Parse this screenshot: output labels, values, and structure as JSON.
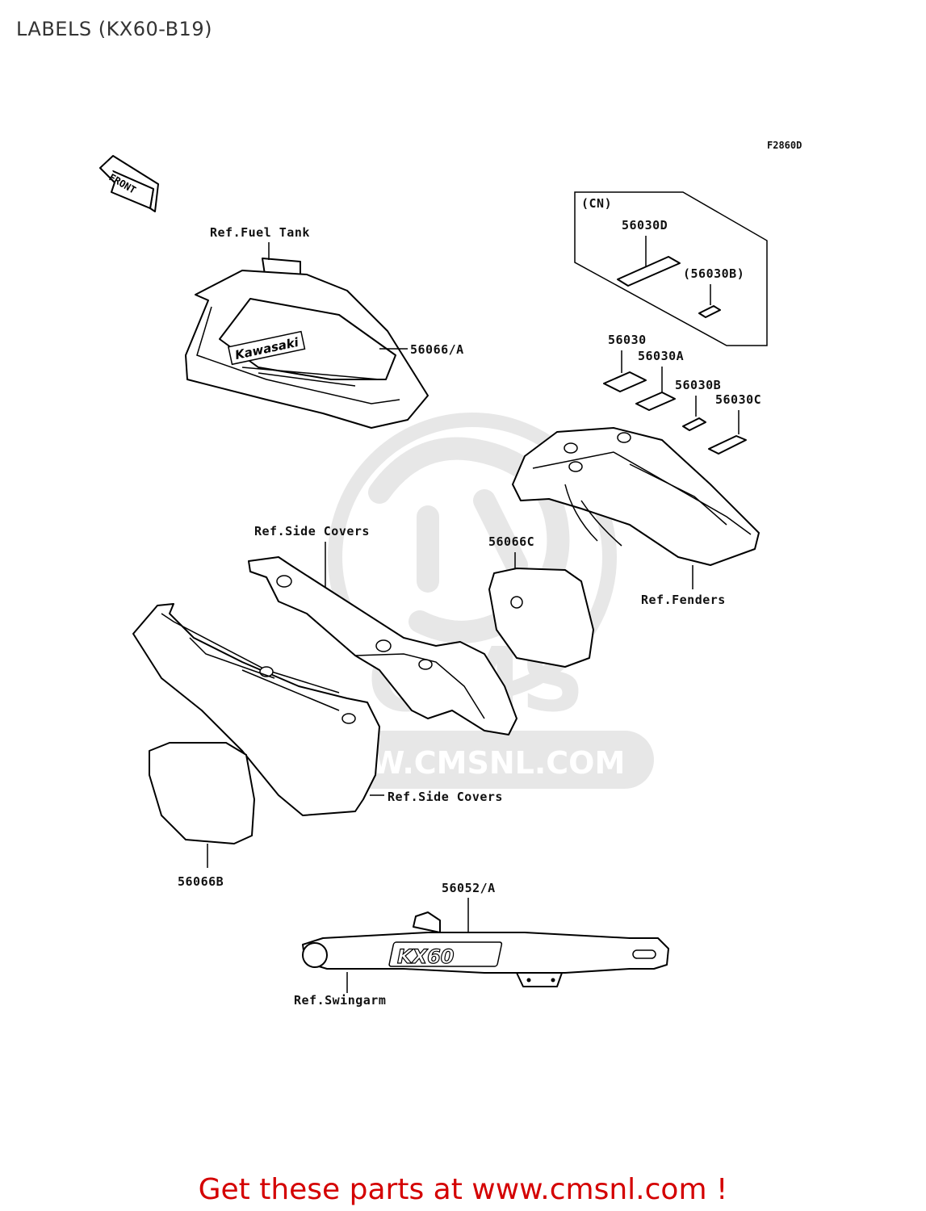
{
  "title": "LABELS (KX60-B19)",
  "figure_code": "F2860D",
  "front_arrow": "FRONT",
  "watermark": "WWW.CMSNL.COM",
  "watermark_logo": "CMS",
  "callouts": {
    "fuel_tank": "Ref.Fuel Tank",
    "tank_label": "56066/A",
    "cn_group": "(CN)",
    "cn_label_d": "56030D",
    "cn_label_b": "(56030B)",
    "label_56030": "56030",
    "label_56030a": "56030A",
    "label_56030b": "56030B",
    "label_56030c": "56030C",
    "side_covers_upper": "Ref.Side Covers",
    "label_56066c": "56066C",
    "fenders": "Ref.Fenders",
    "side_covers_lower": "Ref.Side Covers",
    "label_56066b": "56066B",
    "swingarm_label": "56052/A",
    "swingarm": "Ref.Swingarm"
  },
  "tank_decal_text": "Kawasaki",
  "swingarm_decal_text": "KX60",
  "footer": "Get these parts at www.cmsnl.com !"
}
